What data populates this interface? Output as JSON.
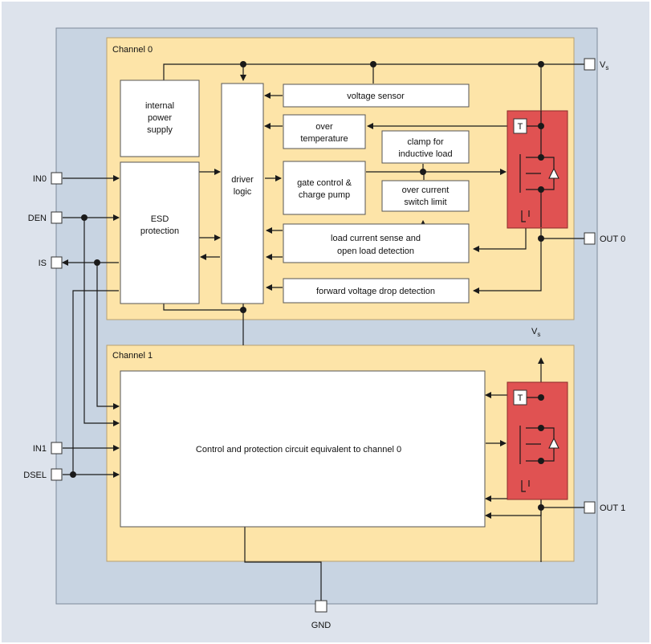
{
  "colors": {
    "background": "#dde3ec",
    "package": "#c8d4e2",
    "channel": "#fde4a8",
    "power_stage": "#e05252",
    "block": "#ffffff",
    "wire": "#1a1a1a"
  },
  "channel0": {
    "title": "Channel 0",
    "internal_power_supply": [
      "internal",
      "power",
      "supply"
    ],
    "esd_protection": [
      "ESD",
      "protection"
    ],
    "driver_logic": [
      "driver",
      "logic"
    ],
    "voltage_sensor": "voltage sensor",
    "over_temperature": [
      "over",
      "temperature"
    ],
    "clamp": [
      "clamp for",
      "inductive load"
    ],
    "gate_control": [
      "gate control &",
      "charge pump"
    ],
    "over_current": [
      "over current",
      "switch limit"
    ],
    "load_current_sense": [
      "load current sense and",
      "open load detection"
    ],
    "forward_voltage": "forward voltage drop detection",
    "temp_sensor_label": "T"
  },
  "channel1": {
    "title": "Channel 1",
    "control_circuit": "Control and protection circuit equivalent to channel 0",
    "temp_sensor_label": "T"
  },
  "pins": {
    "in0": "IN0",
    "den": "DEN",
    "is": "IS",
    "in1": "IN1",
    "dsel": "DSEL",
    "vs": "V",
    "vs_sub": "s",
    "out0": "OUT 0",
    "out1": "OUT 1",
    "gnd": "GND"
  },
  "labels": {
    "vs_mid": "V",
    "vs_mid_sub": "s"
  }
}
